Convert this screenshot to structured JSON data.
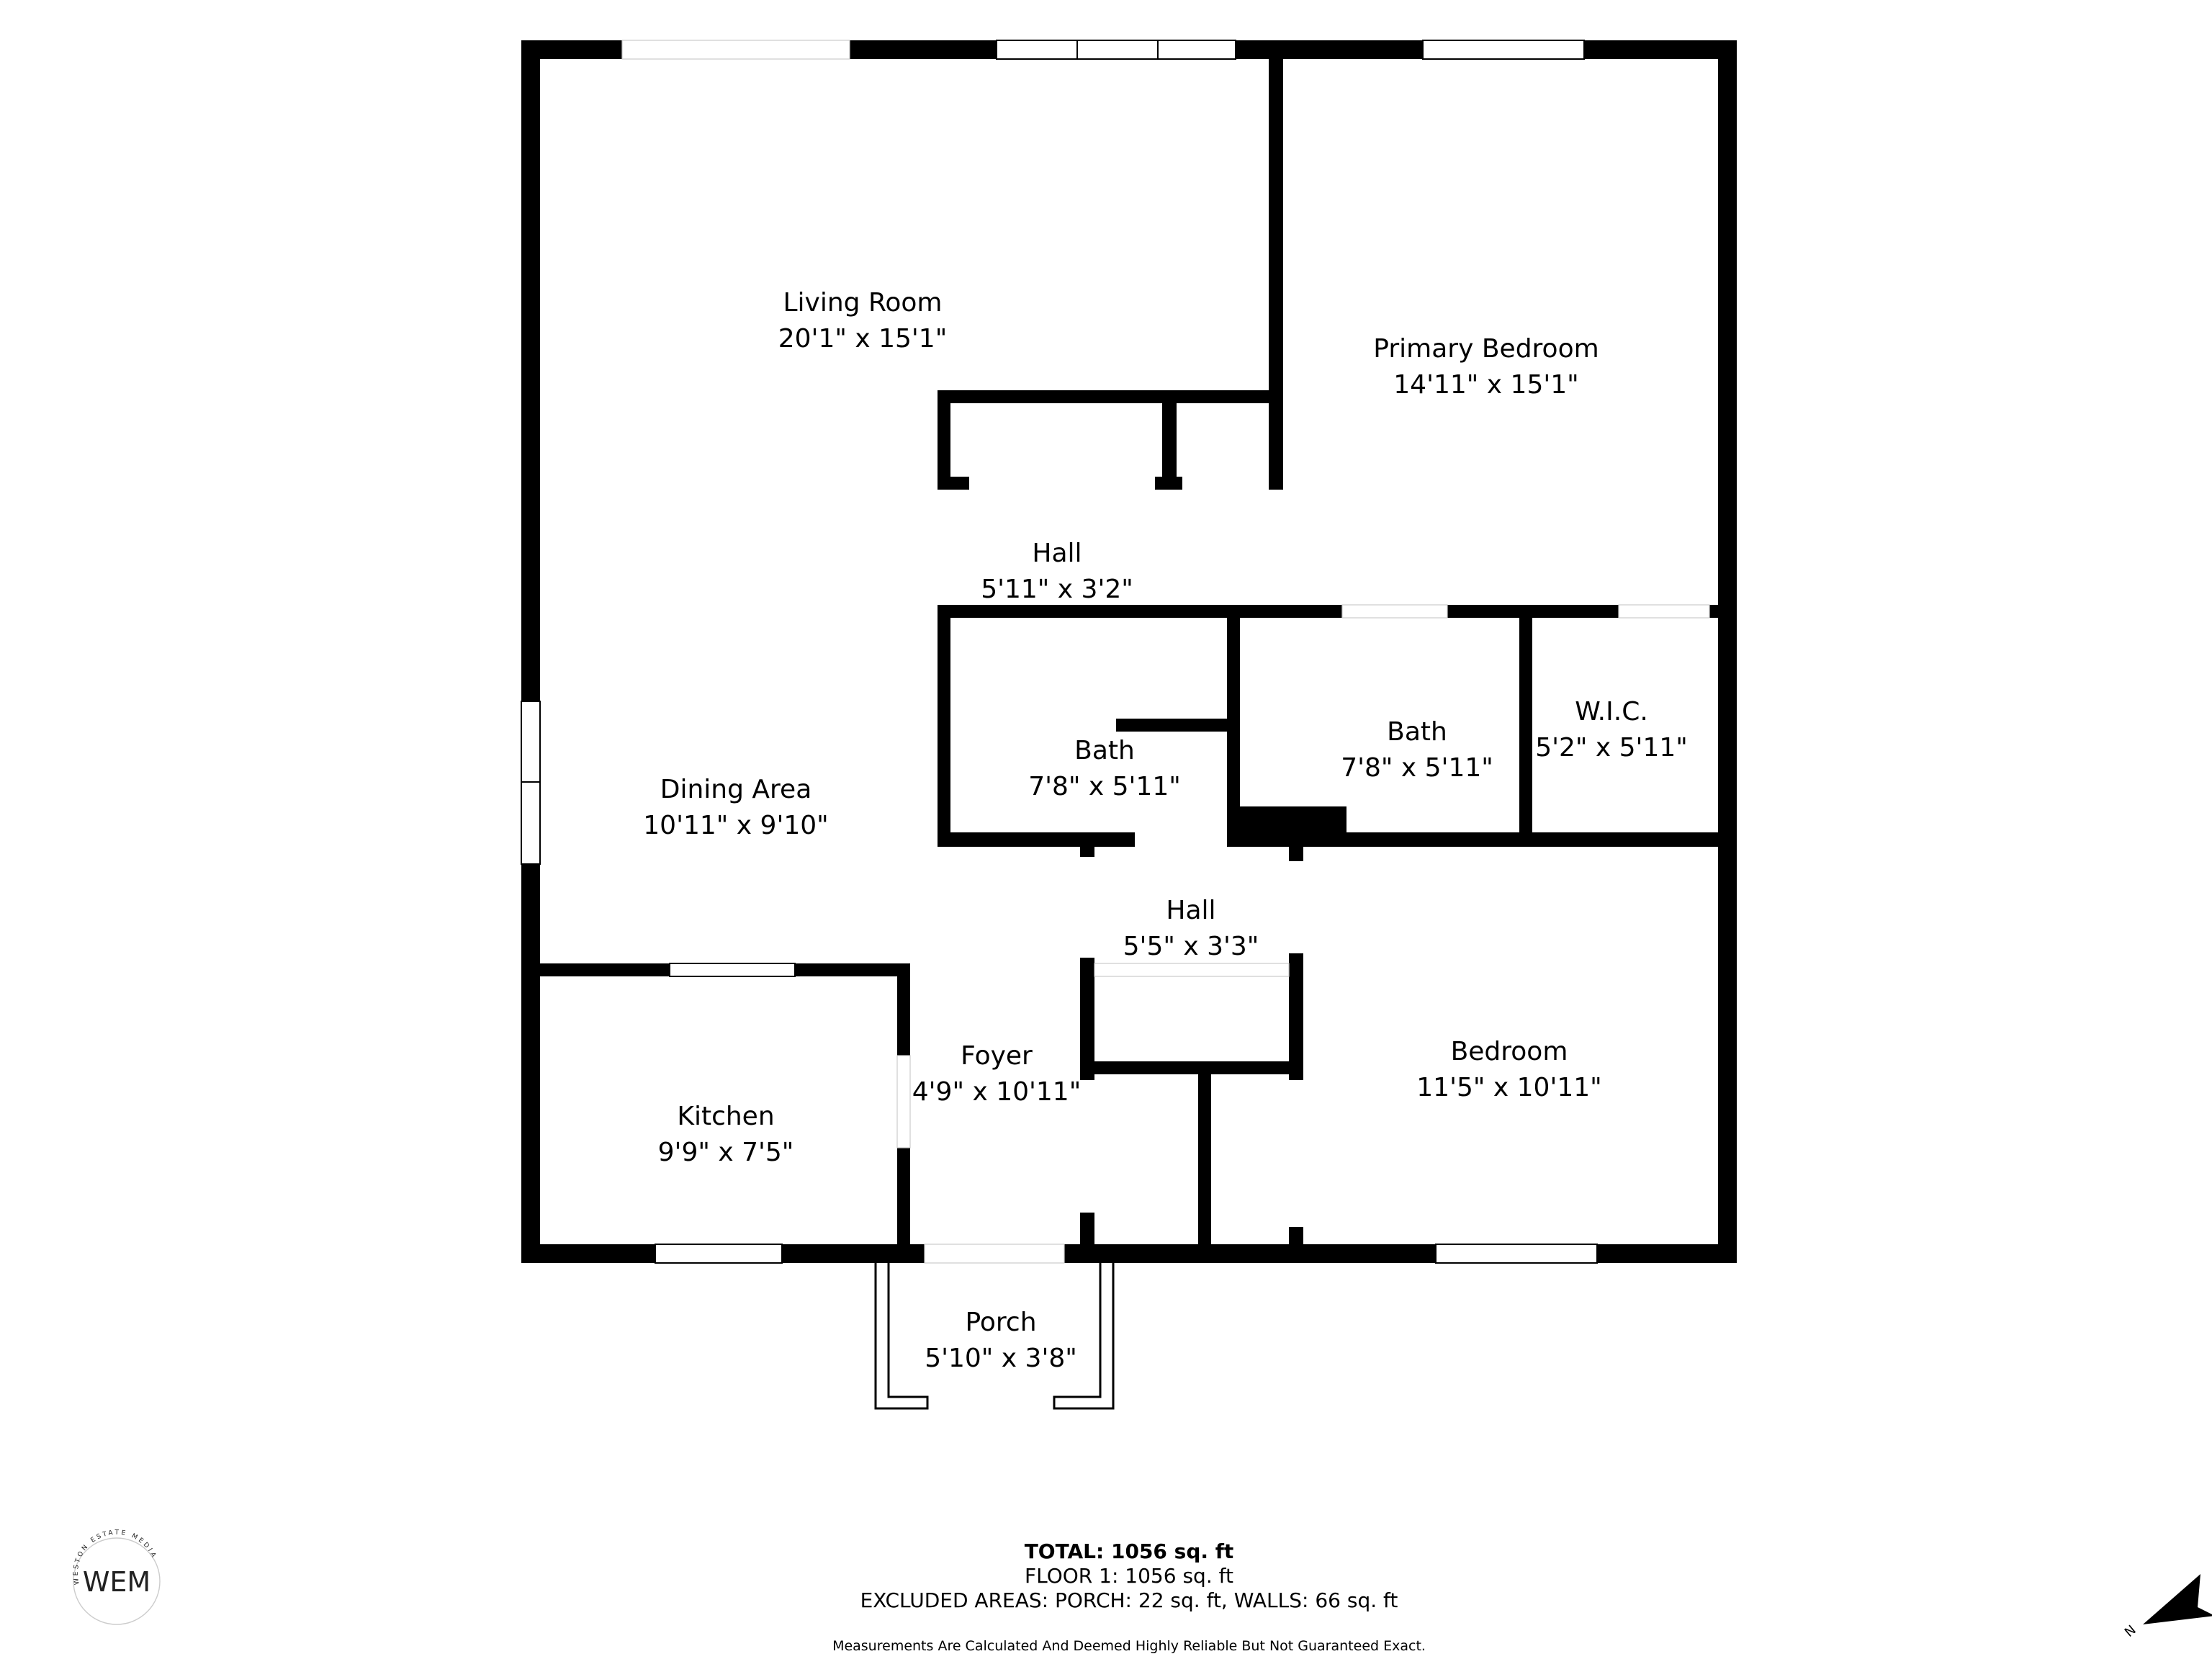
{
  "rooms": {
    "living": {
      "name": "Living Room",
      "dims": "20'1\" x 15'1\""
    },
    "primary": {
      "name": "Primary Bedroom",
      "dims": "14'11\" x 15'1\""
    },
    "hall1": {
      "name": "Hall",
      "dims": "5'11\" x 3'2\""
    },
    "bath1": {
      "name": "Bath",
      "dims": "7'8\" x 5'11\""
    },
    "bath2": {
      "name": "Bath",
      "dims": "7'8\" x 5'11\""
    },
    "wic": {
      "name": "W.I.C.",
      "dims": "5'2\" x 5'11\""
    },
    "dining": {
      "name": "Dining Area",
      "dims": "10'11\" x 9'10\""
    },
    "hall2": {
      "name": "Hall",
      "dims": "5'5\" x 3'3\""
    },
    "foyer": {
      "name": "Foyer",
      "dims": "4'9\" x 10'11\""
    },
    "kitchen": {
      "name": "Kitchen",
      "dims": "9'9\" x 7'5\""
    },
    "bedroom": {
      "name": "Bedroom",
      "dims": "11'5\" x 10'11\""
    },
    "porch": {
      "name": "Porch",
      "dims": "5'10\" x 3'8\""
    }
  },
  "summary": {
    "total": "TOTAL: 1056 sq. ft",
    "floor1": "FLOOR 1: 1056 sq. ft",
    "excluded": "EXCLUDED AREAS: PORCH: 22 sq. ft, WALLS: 66 sq. ft",
    "disclaimer": "Measurements Are Calculated And Deemed Highly Reliable But Not Guaranteed Exact."
  },
  "logo": {
    "initials": "WEM",
    "arc_text": "WESTON ESTATE MEDIA"
  },
  "compass": {
    "label": "N"
  }
}
